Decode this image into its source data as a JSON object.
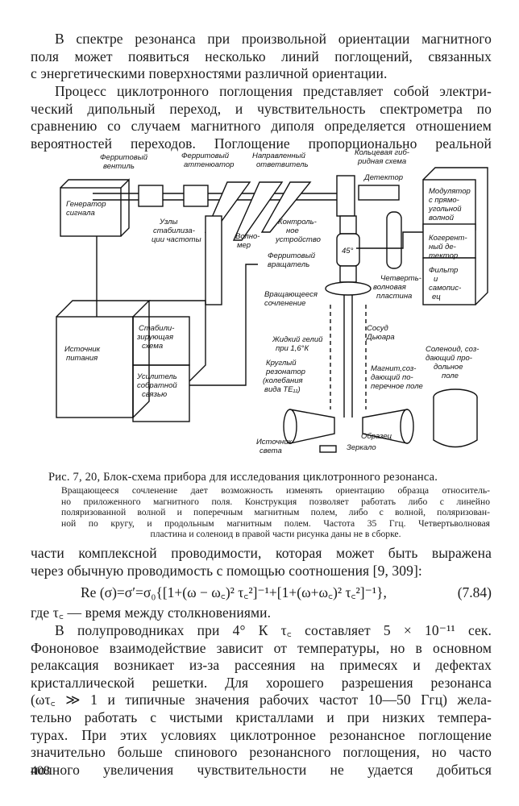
{
  "intro": {
    "lines": [
      "В спектре резонанса при произвольной ориентации магнитного",
      "поля может появиться несколько линий поглощений, связанных",
      "с энергетическими поверхностями различной ориентации."
    ]
  },
  "paragraph2": {
    "lines": [
      "Процесс циклотронного поглощения представляет собой электри-",
      "ческий дипольный переход, и чувствительность спектрометра по",
      "сравнению со случаем магнитного диполя определяется отношением",
      "вероятностей переходов. Поглощение пропорционально реальной"
    ]
  },
  "figure": {
    "labels": {
      "ferrite_valve": [
        "Ферритовый",
        "вентиль"
      ],
      "ferrite_attenuator": [
        "Ферритовый",
        "аттенюатор"
      ],
      "directional_coupler": [
        "Направленный",
        "ответвитель"
      ],
      "ring_hybrid": [
        "Кольцевая гиб-",
        "ридная схема"
      ],
      "detector": "Детектор",
      "modulator": [
        "Модулятор",
        "с прямо-",
        "угольной",
        "волной"
      ],
      "signal_generator": [
        "Генератор",
        "сигнала"
      ],
      "stabilization_units": [
        "Узлы",
        "стабилиза-",
        "ции частоты"
      ],
      "wavemeter": [
        "Волно-",
        "мер"
      ],
      "control_device": [
        "Контроль-",
        "ное",
        "устройство"
      ],
      "coherent_detector": [
        "Когерент-",
        "ный де-",
        "тектор"
      ],
      "filter_recorder": [
        "Фильтр",
        "и",
        "самопис-",
        "ец"
      ],
      "ferrite_rotator": [
        "Ферритовый",
        "вращатель"
      ],
      "quarter_wave_plate": [
        "Четверть-",
        "волновая",
        "пластина"
      ],
      "angle": "45°",
      "rotating_joint": [
        "Вращающееся",
        "сочленение"
      ],
      "stabilizing_circuit": [
        "Стабили-",
        "зирующая",
        "схема"
      ],
      "power_supply": [
        "Источник",
        "питания"
      ],
      "feedback_amplifier": [
        "Усилитель",
        "собратной",
        "связью"
      ],
      "liquid_helium": [
        "Жидкий гелий",
        "при 1,6°К"
      ],
      "dewar": [
        "Сосуд",
        "Дьюара"
      ],
      "round_resonator": [
        "Круглый",
        "резонатор",
        "(колебания",
        "вида TE₁₁)"
      ],
      "transverse_magnet": [
        "Магнит,соз-",
        "дающий по-",
        "перечное поле"
      ],
      "solenoid": [
        "Соленоид, соз-",
        "дающий про-",
        "дольное",
        "поле"
      ],
      "sample": "Образец",
      "mirror": "Зеркало",
      "light_source": [
        "Источник",
        "света"
      ]
    },
    "caption_title": "Рис. 7, 20, Блок-схема прибора для исследования циклотронного резонанса.",
    "caption_lines": [
      "Вращающееся сочленение дает возможность изменять ориентацию образца относитель-",
      "но приложенного магнитного поля. Конструкция позволяет работать либо с линейно",
      "поляризованной волной и поперечным магнитным полем, либо с волной, поляризован-",
      "ной по кругу, и продольным магнитным полем. Частота 35 Ггц. Четвертьволновая",
      "пластина и соленоид в правой части рисунка даны не в сборке."
    ]
  },
  "paragraph3": {
    "lines": [
      "части комплексной проводимости, которая может быть выражена",
      "через обычную проводимость с помощью соотношения [9, 309]:"
    ]
  },
  "formula": {
    "text": "Re (σ)=σ′=σ₀{[1+(ω − ω꜀)² τ꜀²]⁻¹+[1+(ω+ω꜀)² τ꜀²]⁻¹},",
    "number": "(7.84)"
  },
  "paragraph4": {
    "lines": [
      "где τ꜀ — время между столкновениями."
    ]
  },
  "paragraph5": {
    "lines": [
      "В полупроводниках при 4° К τ꜀ составляет 5 × 10⁻¹¹ сек.",
      "Фононовое взаимодействие зависит от температуры, но в основном",
      "релаксация возникает из-за рассеяния на примесях и дефектах",
      "кристаллической решетки. Для хорошего разрешения резонанса",
      "(ωτ꜀ ≫ 1 и типичные значения рабочих частот 10—50 Ггц) жела-",
      "тельно работать с чистыми кристаллами и при низких темпера-",
      "турах. При этих условиях циклотронное резонансное поглощение",
      "значительно больше спинового резонансного поглощения, но часто",
      "полного увеличения чувствительности не удается добиться"
    ]
  },
  "page_number": "408"
}
